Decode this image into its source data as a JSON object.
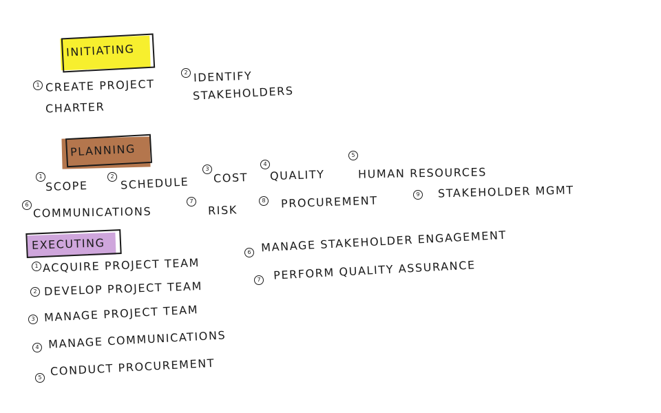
{
  "colors": {
    "initiating": "#f7ef2e",
    "planning": "#b4764d",
    "executing": "#cfa6dc",
    "ink": "#1a1a1a"
  },
  "initiating": {
    "title": "INITIATING",
    "items": [
      {
        "num": "1",
        "text": "CREATE PROJECT",
        "text2": "CHARTER"
      },
      {
        "num": "2",
        "text": "IDENTIFY",
        "text2": "STAKEHOLDERS"
      }
    ]
  },
  "planning": {
    "title": "PLANNING",
    "items": [
      {
        "num": "1",
        "text": "SCOPE"
      },
      {
        "num": "2",
        "text": "SCHEDULE"
      },
      {
        "num": "3",
        "text": "COST"
      },
      {
        "num": "4",
        "text": "QUALITY"
      },
      {
        "num": "5",
        "text": "HUMAN RESOURCES"
      },
      {
        "num": "6",
        "text": "COMMUNICATIONS"
      },
      {
        "num": "7",
        "text": "RISK"
      },
      {
        "num": "8",
        "text": "PROCUREMENT"
      },
      {
        "num": "9",
        "text": "STAKEHOLDER MGMT"
      }
    ]
  },
  "executing": {
    "title": "EXECUTING",
    "items": [
      {
        "num": "1",
        "text": "ACQUIRE PROJECT TEAM"
      },
      {
        "num": "2",
        "text": "DEVELOP PROJECT TEAM"
      },
      {
        "num": "3",
        "text": "MANAGE PROJECT TEAM"
      },
      {
        "num": "4",
        "text": "MANAGE COMMUNICATIONS"
      },
      {
        "num": "5",
        "text": "CONDUCT PROCUREMENT"
      },
      {
        "num": "6",
        "text": "MANAGE STAKEHOLDER ENGAGEMENT"
      },
      {
        "num": "7",
        "text": "PERFORM QUALITY ASSURANCE"
      }
    ]
  }
}
